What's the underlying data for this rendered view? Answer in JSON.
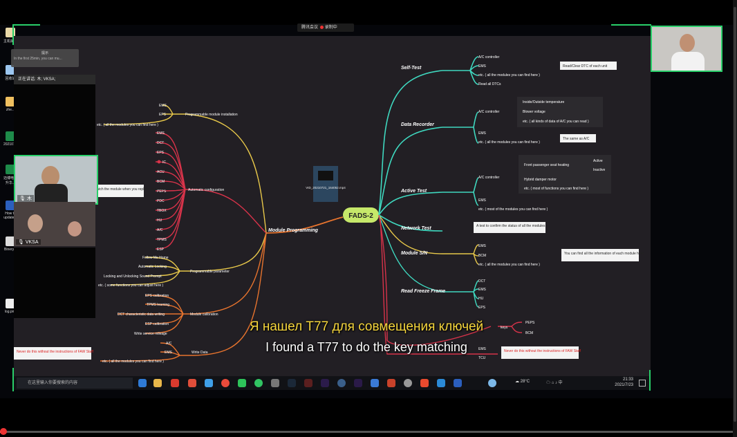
{
  "meeting_bar": {
    "label": "腾讯会议",
    "record": "录制中"
  },
  "desktop_icons": [
    {
      "label": "主机械盘"
    },
    {
      "label": "回收站"
    },
    {
      "label": "zhe..."
    },
    {
      "label": "2021072..."
    },
    {
      "label": "迈博电车 升华..."
    },
    {
      "label": "How to update..."
    },
    {
      "label": "Binery..."
    },
    {
      "label": "log.png"
    }
  ],
  "notification": {
    "title": "提示",
    "body": "In the first 25min, you can mu..."
  },
  "speaker_bar": {
    "label": "正在讲话: 木; VKSA;"
  },
  "video_tiles": {
    "user1": "木",
    "user2": "VKSA"
  },
  "recording_file": {
    "label": "VID_20210721_164052.mp4"
  },
  "mindmap": {
    "center": "FADS-2",
    "right": {
      "self_test": {
        "label": "Self-Test",
        "items": [
          "A/C controller",
          "EMS",
          "etc. ( all the modules you can find here )",
          "Read all DTCs"
        ],
        "note": "Read/Clear DTC of each unit"
      },
      "data_recorder": {
        "label": "Data Recorder",
        "ac": "A/C controller",
        "ac_items": [
          "Inside/Outside temperature",
          "Blower voltage",
          "etc. ( all kinds of data of A/C you can read )"
        ],
        "items": [
          "EMS",
          "etc. ( all the modules you can find here )"
        ],
        "note": "The same as A/C"
      },
      "active_test": {
        "label": "Active Test",
        "ac": "A/C controller",
        "ac_items": [
          "Front passenger seat heating",
          "Hybrid damper motor",
          "etc. ( most of functions you can find here )"
        ],
        "seat_items": [
          "Active",
          "Inactive"
        ],
        "items": [
          "EMS",
          "etc. ( most of the modules you can find here )"
        ]
      },
      "network_test": {
        "label": "Network Test",
        "note": "A test to confirm the status of all the modules"
      },
      "module_sn": {
        "label": "Module S/N",
        "items": [
          "EMS",
          "BCM",
          "etc. ( all the modules you can find here )"
        ],
        "note": "You can find all the information of each module here"
      },
      "freeze_frame": {
        "label": "Read Freeze Frame",
        "items": [
          "DCT",
          "EMS",
          "HU",
          "EPS"
        ]
      },
      "keys": {
        "label": "keys",
        "items": [
          "PEPS",
          "BCM"
        ]
      },
      "bottom": {
        "items": [
          "EMS",
          "TCU"
        ],
        "warn": "Never do this without the instructions of FAW Staff"
      }
    },
    "left": {
      "module_programming": "Module Programming",
      "prog_install": {
        "label": "Programmable module installation",
        "items": [
          "EMS",
          "EPS",
          "etc. ( all the modules you can find here )"
        ]
      },
      "auto_config": {
        "label": "Automatic configuration",
        "items": [
          "EMS",
          "DCT",
          "EPS",
          "IC",
          "ACU",
          "BCM",
          "PEPS",
          "PDC",
          "TBOX",
          "HU",
          "A/C",
          "TPMS",
          "ESP"
        ],
        "note": "Match the module when you replace these ECUs"
      },
      "prog_param": {
        "label": "Programmable parameter",
        "items": [
          "Follow Me Home",
          "Automatic Locking",
          "Locking and Unlocking Sound Prompt",
          "etc. ( some functions you can adjust here )"
        ]
      },
      "calibration": {
        "label": "Module calibration",
        "items": [
          "EPS calibration",
          "TPMS learning",
          "DCT characteristic data writing",
          "ESP calibration",
          "Write service mileage"
        ]
      },
      "write_data": {
        "label": "Write Data",
        "items": [
          "A/C",
          "EMS",
          "etc. ( all the modules you can find here )"
        ],
        "warn": "Never do this without the instructions of FAW Staff"
      }
    }
  },
  "taskbar": {
    "search_placeholder": "在这里输入你要搜索的内容",
    "weather": "28°C",
    "time": "21:33",
    "date": "2021/7/23"
  },
  "subtitles": {
    "ru": "Я нашел T77 для совмещения ключей",
    "en": "I found a T77 to do the key matching"
  },
  "playback": {
    "progress": 0.005
  },
  "colors": {
    "teal": "#3fd9c0",
    "yellow": "#e8c84a",
    "red": "#d8334a",
    "orange": "#e8742e",
    "accent_green": "#29d06a"
  }
}
